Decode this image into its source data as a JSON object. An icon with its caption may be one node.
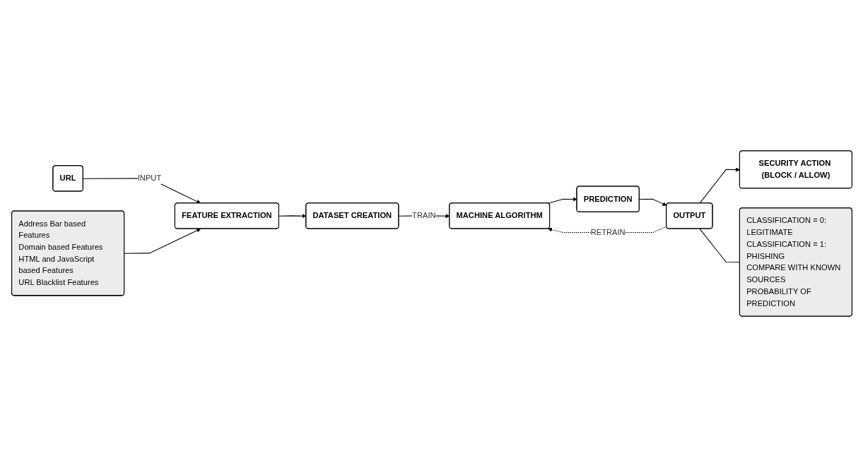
{
  "diagram": {
    "nodes": [
      {
        "text": [
          "DATASET CREATION"
        ]
      },
      {
        "text": [
          "MACHINE ALGORITHM"
        ]
      },
      {
        "text": [
          "URL"
        ]
      },
      {
        "text": [
          "FEATURE EXTRACTION"
        ]
      },
      {
        "text": [
          "PREDICTION"
        ]
      },
      {
        "text": [
          "OUTPUT"
        ]
      },
      {
        "text": [
          "SECURITY ACTION (BLOCK / ALLOW)"
        ]
      },
      {
        "text": [
          "Address Bar based Features",
          "Domain based Features",
          "HTML and JavaScript based Features",
          "URL Blacklist Features"
        ]
      },
      {
        "text": [
          "CLASSIFICATION = 0: LEGITIMATE",
          "CLASSIFICATION = 1: PHISHING",
          "COMPARE WITH KNOWN SOURCES",
          "PROBABILITY OF PREDICTION"
        ]
      }
    ],
    "edges": [
      {
        "from": 2,
        "to": 3,
        "arrow": "to",
        "label": "INPUT"
      },
      {
        "from": 3,
        "to": 0,
        "arrow": "to"
      },
      {
        "from": 0,
        "to": 1,
        "arrow": "to",
        "label": "TRAIN"
      },
      {
        "from": 1,
        "to": 4,
        "arrow": "to"
      },
      {
        "from": 4,
        "to": 5,
        "arrow": "to"
      },
      {
        "from": 5,
        "to": 6,
        "arrow": "to"
      },
      {
        "from": 5,
        "to": 1,
        "arrow": "to",
        "label": "RETRAIN",
        "style": "dashed"
      },
      {
        "from": 7,
        "to": 3,
        "arrow": "to"
      },
      {
        "from": 5,
        "to": 8,
        "arrow": "none"
      }
    ]
  }
}
